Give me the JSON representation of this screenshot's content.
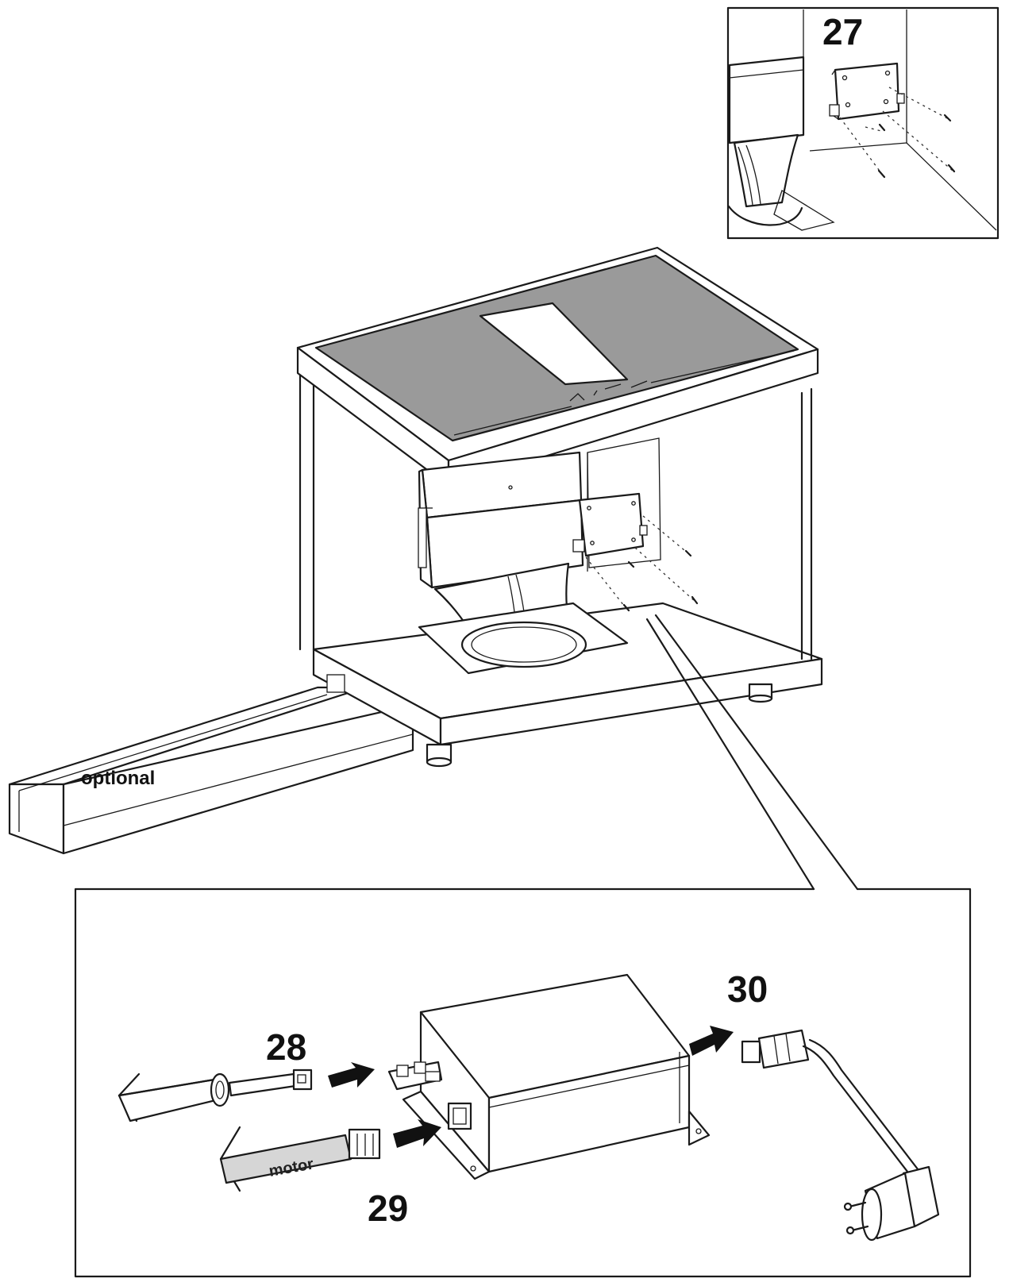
{
  "labels": {
    "step_27": "27",
    "step_28": "28",
    "step_29": "29",
    "step_30": "30",
    "optional": "optional",
    "motor": "motor"
  },
  "colors": {
    "line": "#1a1a1a",
    "hob_surface": "#9a9a9a",
    "motor_cable": "#d6d6d6",
    "background": "#ffffff"
  },
  "icons": {
    "arrow": "double-chevron-arrow",
    "screw": "screw-icon",
    "plug": "schuko-plug-icon"
  }
}
